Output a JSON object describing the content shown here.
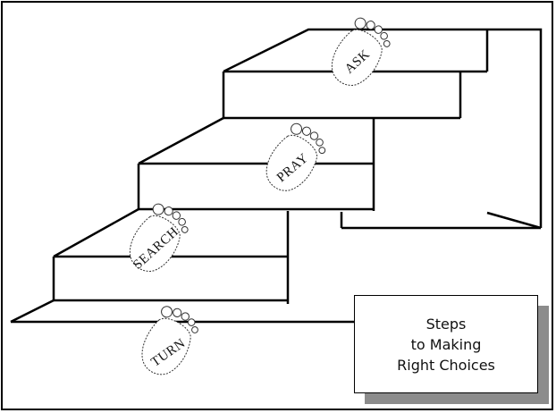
{
  "diagram": {
    "steps": [
      {
        "label": "TURN"
      },
      {
        "label": "SEARCH"
      },
      {
        "label": "PRAY"
      },
      {
        "label": "ASK"
      }
    ]
  },
  "caption": {
    "lines": [
      "Steps",
      "to Making",
      "Right Choices"
    ]
  }
}
